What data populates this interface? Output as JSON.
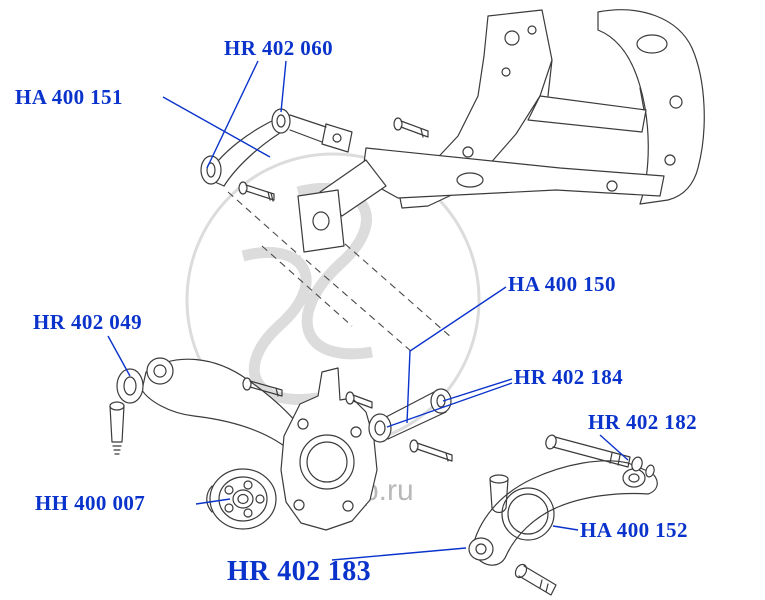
{
  "diagram_title": "Rear suspension exploded parts diagram",
  "colors": {
    "label_blue": "#0a33cc",
    "line_art": "#3b3b3b",
    "watermark_gray": "#d9d9d9"
  },
  "watermark": {
    "text": "p.ru"
  },
  "labels": [
    {
      "text": "HR 402 060"
    },
    {
      "text": "HA 400 151"
    },
    {
      "text": "HA 400 150"
    },
    {
      "text": "HR 402 049"
    },
    {
      "text": "HR 402 184"
    },
    {
      "text": "HR 402 182"
    },
    {
      "text": "HH 400 007"
    },
    {
      "text": "HA 400 152"
    },
    {
      "text": "HR 402 183"
    }
  ]
}
